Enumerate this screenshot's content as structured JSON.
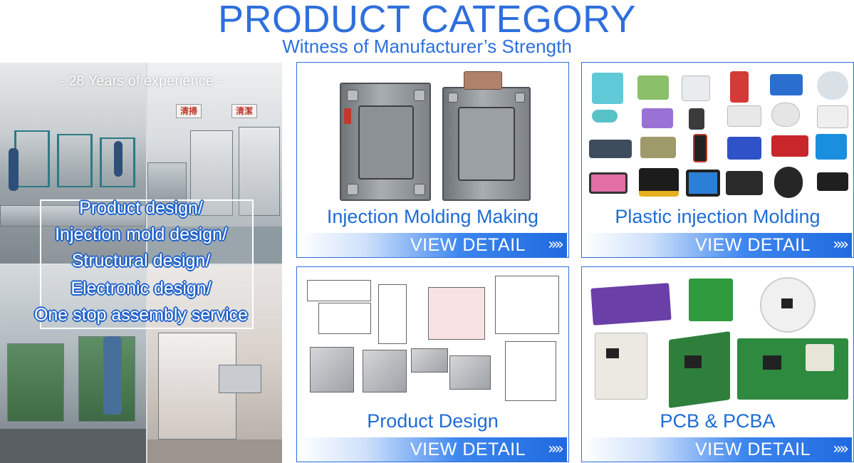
{
  "header": {
    "title": "PRODUCT CATEGORY",
    "subtitle": "Witness of Manufacturer’s Strength"
  },
  "factory": {
    "experience": "- 28 Years of experience -",
    "signs": [
      "清掃",
      "清潔"
    ],
    "services": [
      "Product design/",
      "Injection mold design/",
      "Structural design/",
      "Electronic design/",
      "One stop assembly service"
    ]
  },
  "cards": [
    {
      "title": "Injection Molding Making",
      "button": "VIEW DETAIL",
      "arrow": "»»"
    },
    {
      "title": "Plastic injection Molding",
      "button": "VIEW DETAIL",
      "arrow": "»»"
    },
    {
      "title": "Product Design",
      "button": "VIEW DETAIL",
      "arrow": "»»"
    },
    {
      "title": "PCB & PCBA",
      "button": "VIEW DETAIL",
      "arrow": "»»"
    }
  ],
  "colors": {
    "brand_blue": "#2f6fdc",
    "button_blue": "#1f6ae0"
  }
}
